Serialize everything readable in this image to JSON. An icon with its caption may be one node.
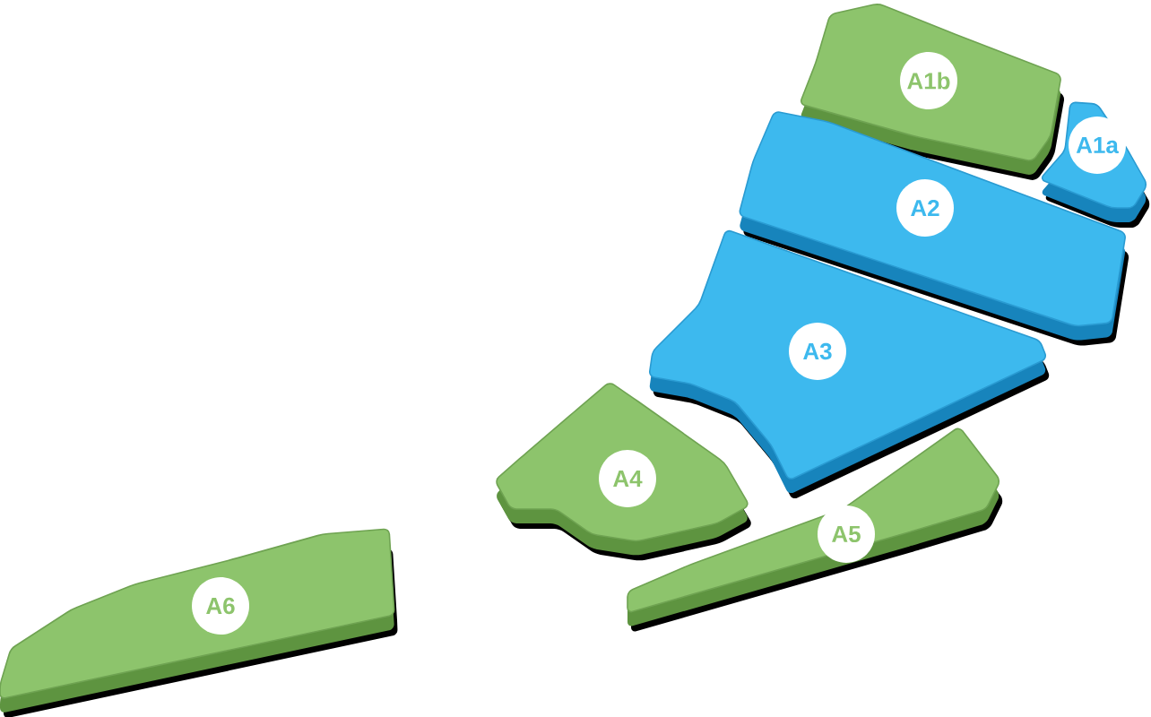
{
  "diagram": {
    "nodes": [
      {
        "text": [
          "A1b"
        ]
      },
      {
        "text": [
          "A1a"
        ]
      },
      {
        "text": [
          "A2"
        ]
      },
      {
        "text": [
          "A3"
        ]
      },
      {
        "text": [
          "A4"
        ]
      },
      {
        "text": [
          "A5"
        ]
      },
      {
        "text": [
          "A6"
        ]
      }
    ]
  }
}
